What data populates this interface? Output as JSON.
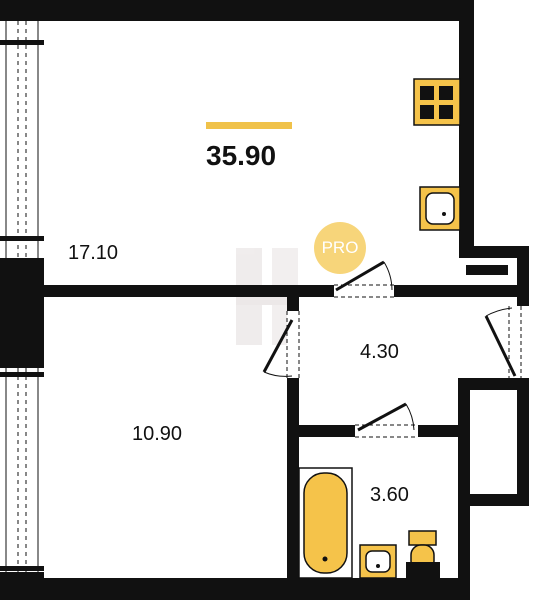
{
  "plan": {
    "total_area": "35.90",
    "rooms": [
      {
        "id": "room-living",
        "area": "17.10"
      },
      {
        "id": "room-bedroom",
        "area": "10.90"
      },
      {
        "id": "room-hall",
        "area": "4.30"
      },
      {
        "id": "room-bathroom",
        "area": "3.60"
      }
    ]
  },
  "badge": {
    "label": "PRO"
  },
  "colors": {
    "wall": "#111111",
    "fixture": "#f5c34a",
    "accent_bar": "#f0c24a",
    "badge": "#f7d57a",
    "watermark": "#e8e2e2"
  },
  "icons": [
    "stove-icon",
    "kitchen-sink-icon",
    "bathtub-icon",
    "bathroom-sink-icon",
    "toilet-icon",
    "watermark-logo"
  ]
}
